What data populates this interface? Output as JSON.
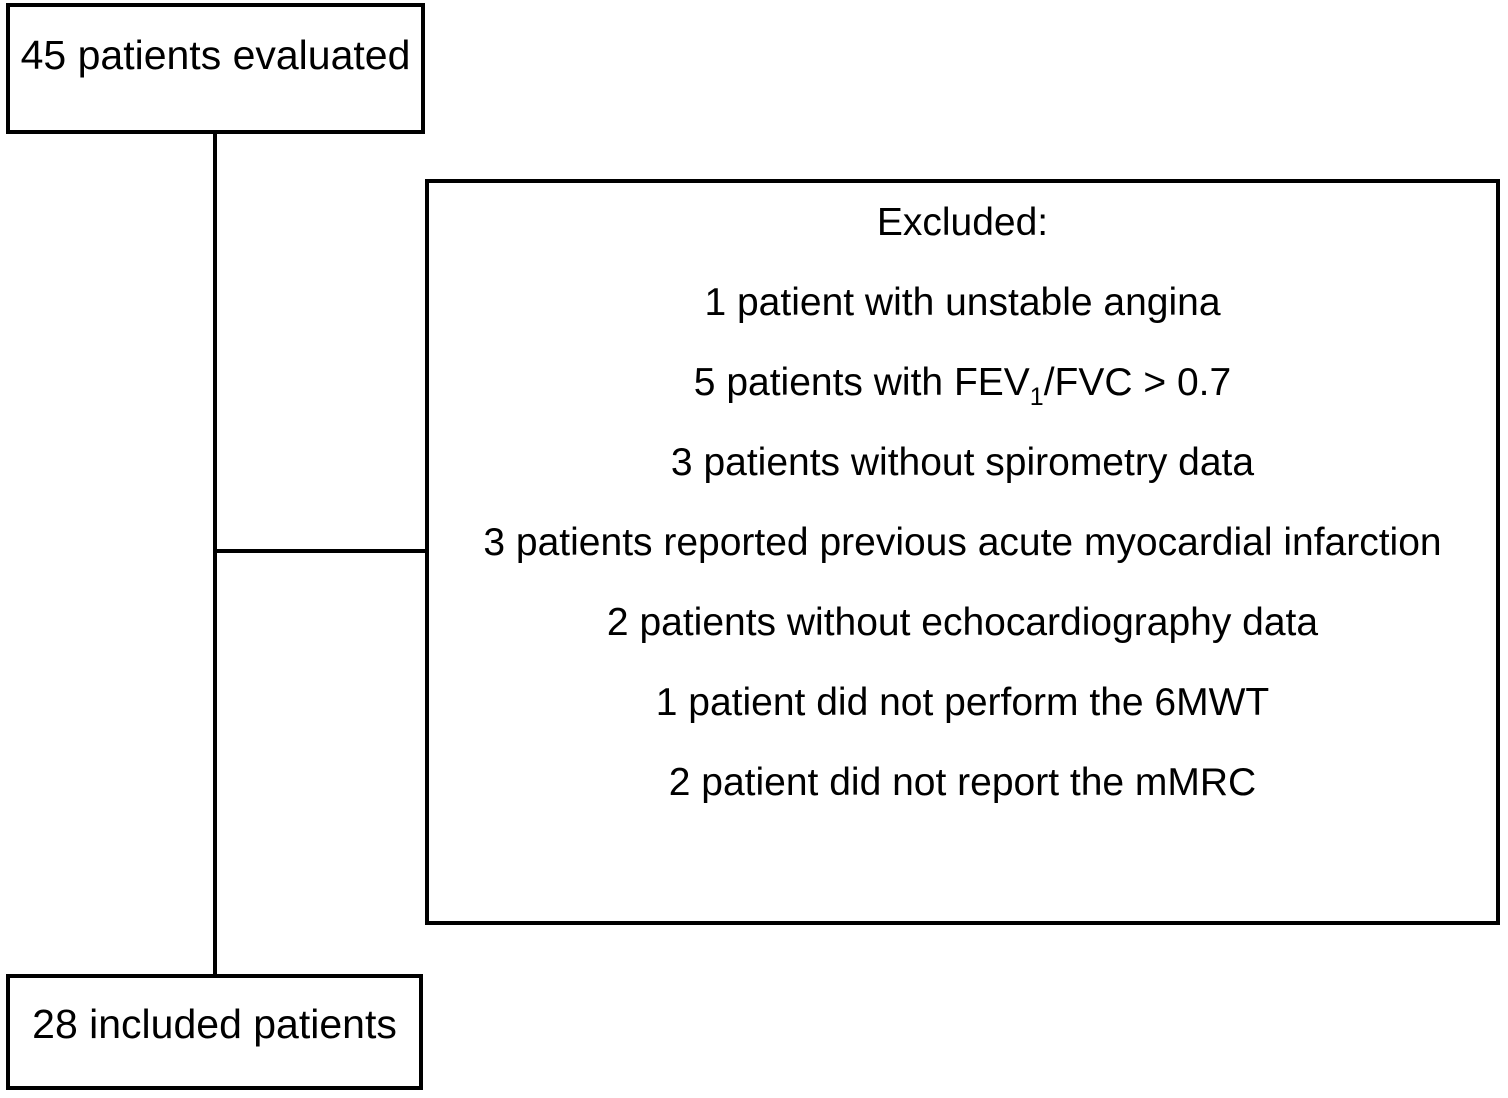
{
  "diagram": {
    "top_box": {
      "label": "45 patients evaluated"
    },
    "excluded_box": {
      "title": "Excluded:",
      "items": [
        {
          "pre": "1 patient with unstable angina",
          "sub": "",
          "post": ""
        },
        {
          "pre": "5 patients with FEV",
          "sub": "1",
          "post": "/FVC > 0.7"
        },
        {
          "pre": "3 patients without spirometry data",
          "sub": "",
          "post": ""
        },
        {
          "pre": "3 patients reported previous acute myocardial infarction",
          "sub": "",
          "post": ""
        },
        {
          "pre": "2 patients without echocardiography data",
          "sub": "",
          "post": ""
        },
        {
          "pre": "1 patient did not perform the 6MWT",
          "sub": "",
          "post": ""
        },
        {
          "pre": "2 patient did not report the mMRC",
          "sub": "",
          "post": ""
        }
      ]
    },
    "bottom_box": {
      "label": "28 included patients"
    },
    "colors": {
      "border": "#000000",
      "text": "#000000",
      "background": "#ffffff"
    }
  }
}
